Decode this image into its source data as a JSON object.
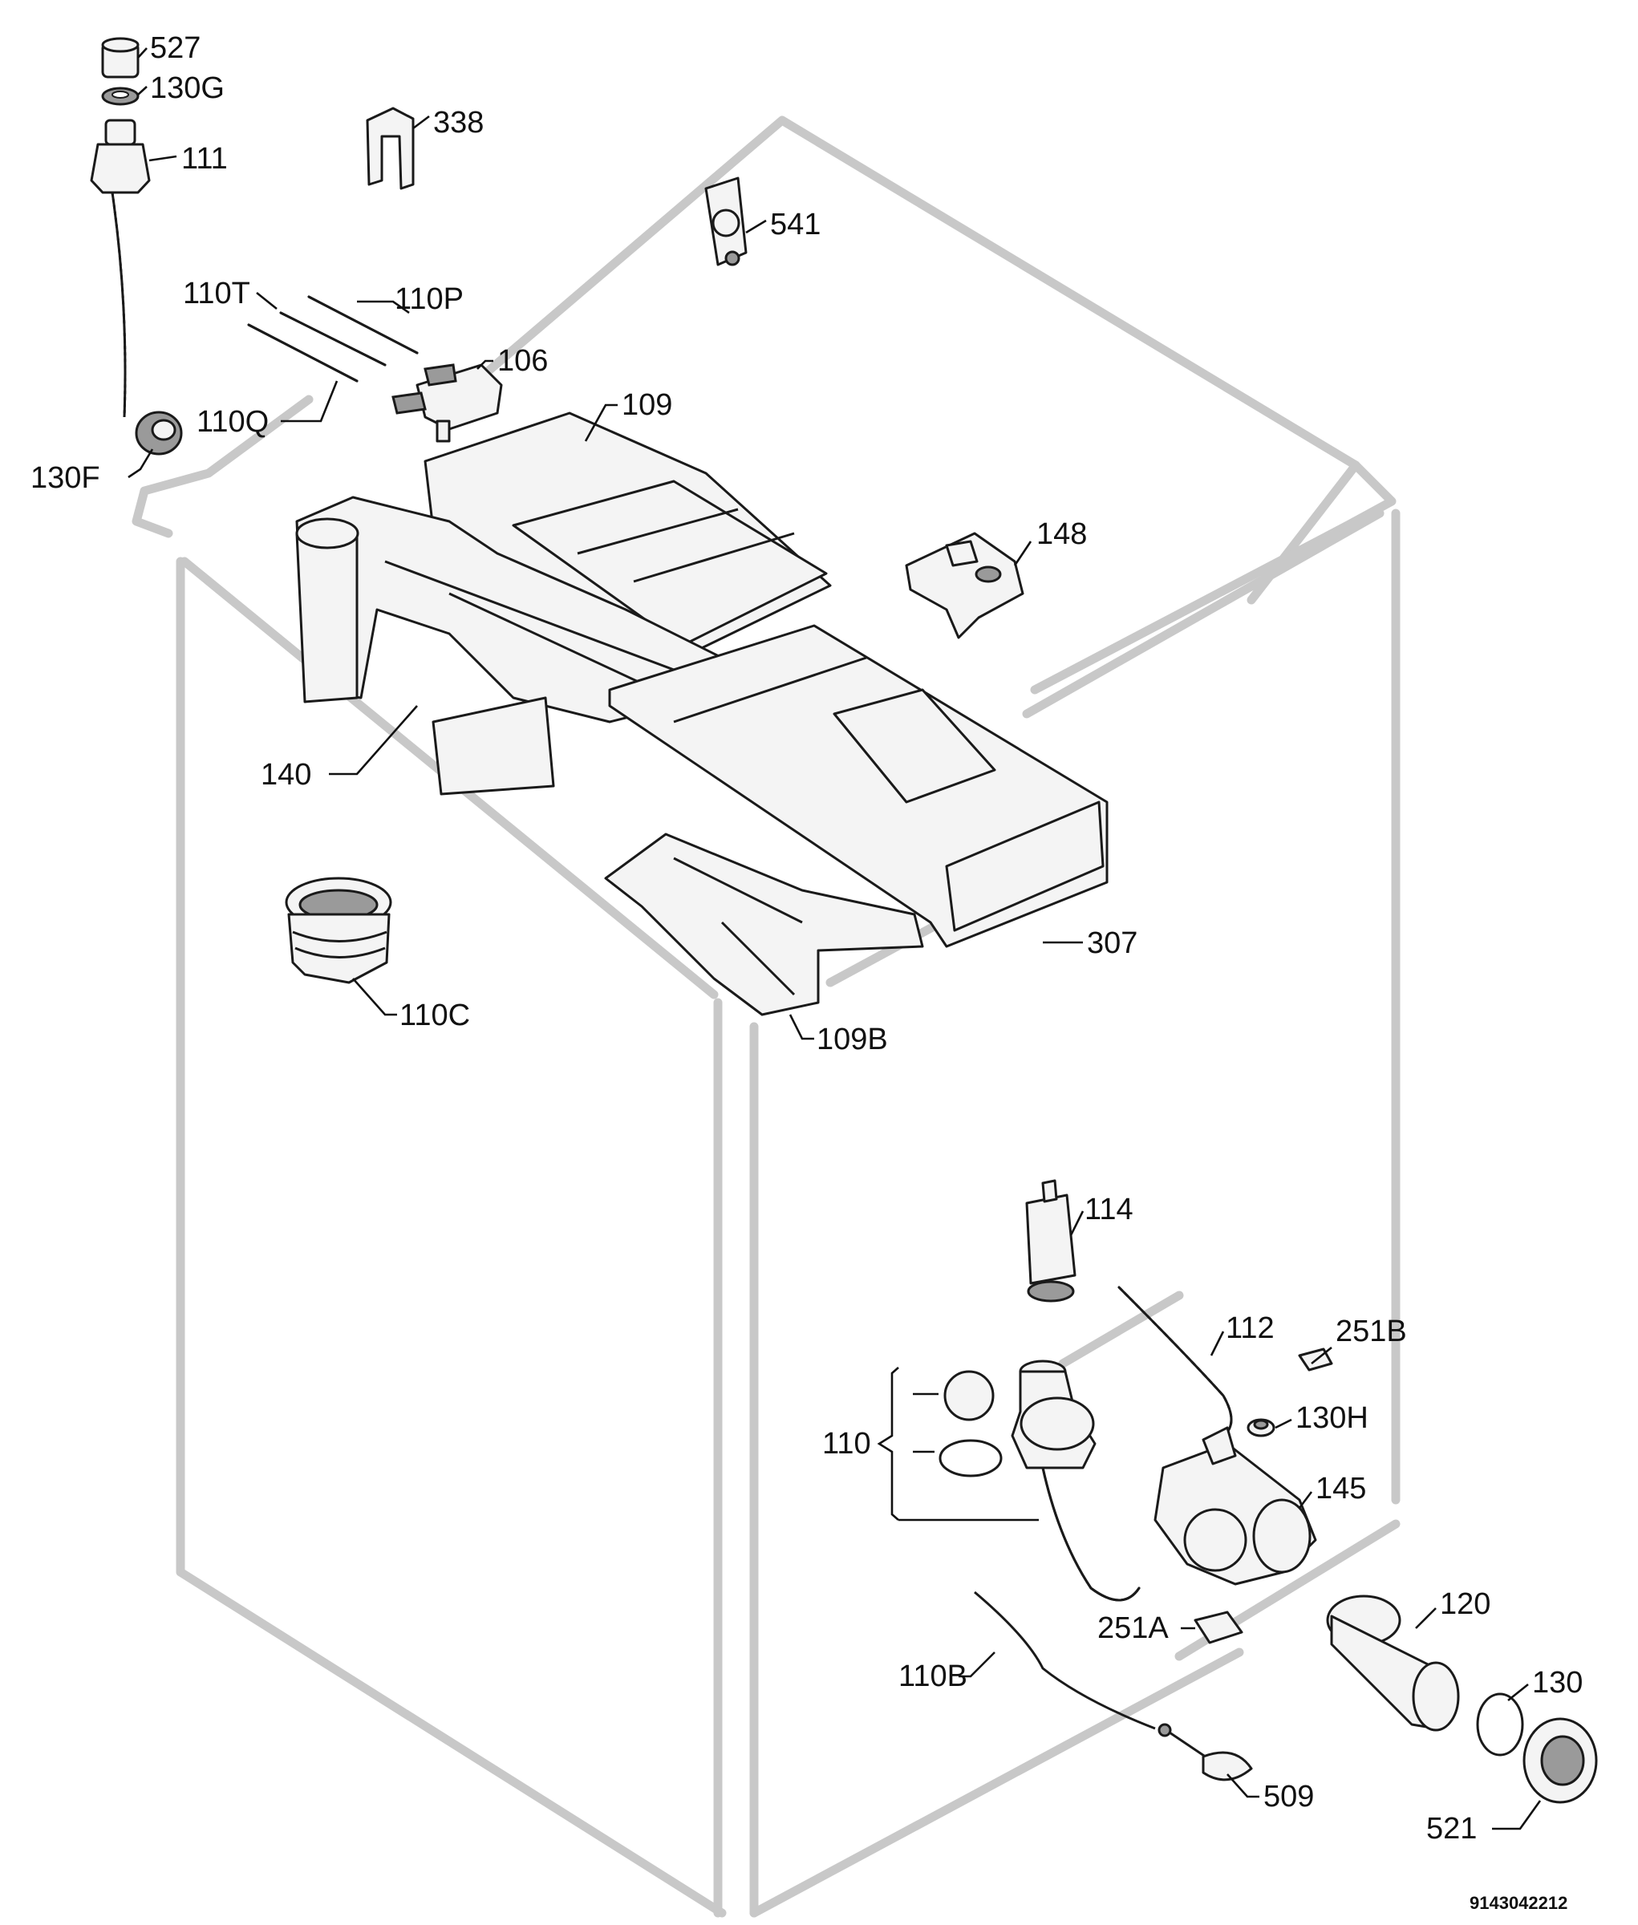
{
  "diagram": {
    "document_number": "9143042212",
    "parts": [
      {
        "id": "527"
      },
      {
        "id": "130G"
      },
      {
        "id": "111"
      },
      {
        "id": "338"
      },
      {
        "id": "541"
      },
      {
        "id": "110T"
      },
      {
        "id": "110P"
      },
      {
        "id": "106"
      },
      {
        "id": "110Q"
      },
      {
        "id": "109"
      },
      {
        "id": "130F"
      },
      {
        "id": "148"
      },
      {
        "id": "140"
      },
      {
        "id": "307"
      },
      {
        "id": "110C"
      },
      {
        "id": "109B"
      },
      {
        "id": "114"
      },
      {
        "id": "112"
      },
      {
        "id": "251B"
      },
      {
        "id": "110"
      },
      {
        "id": "130H"
      },
      {
        "id": "145"
      },
      {
        "id": "120"
      },
      {
        "id": "251A"
      },
      {
        "id": "130"
      },
      {
        "id": "110B"
      },
      {
        "id": "509"
      },
      {
        "id": "521"
      }
    ]
  }
}
